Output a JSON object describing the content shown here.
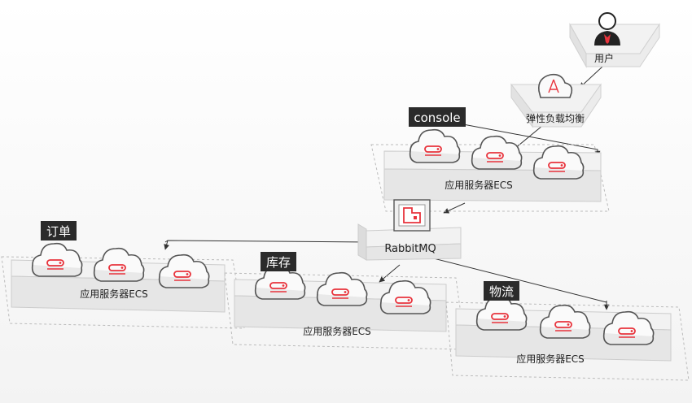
{
  "user": {
    "label": "用户"
  },
  "elb": {
    "label": "弹性负载均衡"
  },
  "mq": {
    "label": "RabbitMQ"
  },
  "groups": [
    {
      "id": "console",
      "tag": "console",
      "platform_label": "应用服务器ECS"
    },
    {
      "id": "order",
      "tag": "订单",
      "platform_label": "应用服务器ECS"
    },
    {
      "id": "inventory",
      "tag": "库存",
      "platform_label": "应用服务器ECS"
    },
    {
      "id": "logistics",
      "tag": "物流",
      "platform_label": "应用服务器ECS"
    }
  ],
  "colors": {
    "accent": "#e8333c",
    "tag_bg": "#2b2b2b",
    "platform_top": "#f2f2f2",
    "platform_side": "#dedede",
    "connector": "#333333"
  },
  "icons": {
    "user": "user-icon",
    "elb": "load-balancer-icon",
    "server": "cloud-server-icon",
    "mq": "message-queue-icon"
  }
}
